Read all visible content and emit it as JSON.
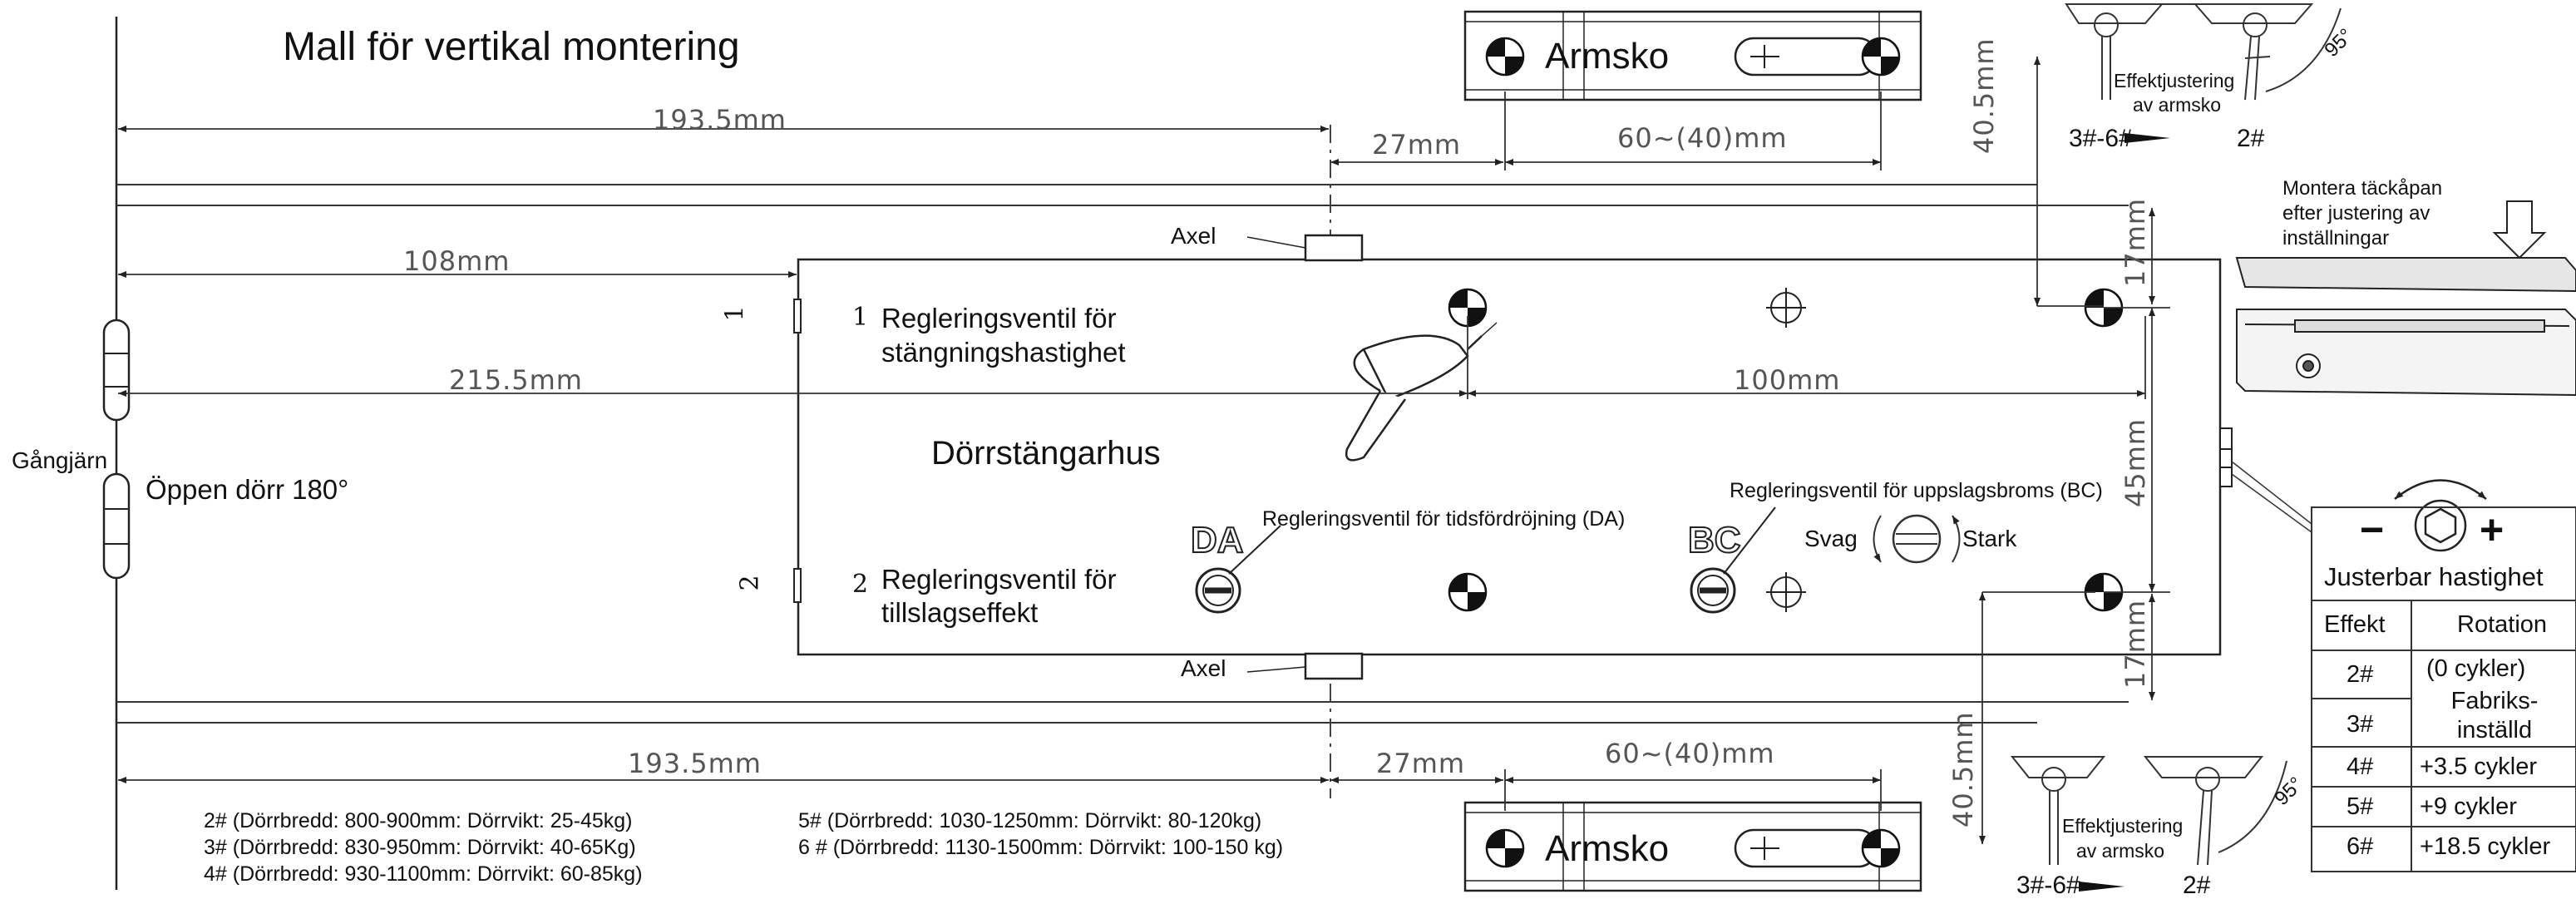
{
  "title": "Mall för vertikal montering",
  "labels": {
    "armsko": "Armsko",
    "axel": "Axel",
    "housing": "Dörrstängarhus",
    "hinge": "Gångjärn",
    "door_open": "Öppen dörr 180°",
    "valve1_num": "1",
    "valve1": [
      "Regleringsventil för",
      "stängningshastighet"
    ],
    "valve2_num": "2",
    "valve2": [
      "Regleringsventil för",
      "tillslagseffekt"
    ],
    "da_mark": "DA",
    "bc_mark": "BC",
    "da_valve": "Regleringsventil för tidsfördröjning (DA)",
    "bc_valve": "Regleringsventil för uppslagsbroms (BC)",
    "svag": "Svag",
    "stark": "Stark",
    "cover": [
      "Montera täckåpan",
      "efter justering av",
      "inställningar"
    ],
    "effekt_adj": [
      "Effektjustering",
      "av armsko"
    ],
    "range_from": "3#-6#",
    "range_to": "2#",
    "angle": "95°",
    "minus": "−",
    "plus": "+"
  },
  "dimensions": {
    "d193": "193.5mm",
    "d27": "27mm",
    "d60": "60~(40)mm",
    "d108": "108mm",
    "d215": "215.5mm",
    "d100": "100mm",
    "d405": "40.5mm",
    "d17": "17mm",
    "d45": "45mm"
  },
  "speed_table": {
    "title": "Justerbar hastighet",
    "headers": [
      "Effekt",
      "Rotation"
    ],
    "rows": [
      [
        "2#",
        "(0 cykler)"
      ],
      [
        "3#",
        "Fabriks-inställd"
      ],
      [
        "4#",
        "+3.5 cykler"
      ],
      [
        "5#",
        "+9 cykler"
      ],
      [
        "6#",
        "+18.5 cykler"
      ]
    ]
  },
  "door_specs": [
    "2# (Dörrbredd: 800-900mm: Dörrvikt: 25-45kg)",
    "3# (Dörrbredd: 830-950mm: Dörrvikt: 40-65Kg)",
    "4# (Dörrbredd: 930-1100mm: Dörrvikt: 60-85kg)",
    "5# (Dörrbredd: 1030-1250mm: Dörrvikt: 80-120kg)",
    "6 # (Dörrbredd: 1130-1500mm: Dörrvikt: 100-150 kg)"
  ]
}
